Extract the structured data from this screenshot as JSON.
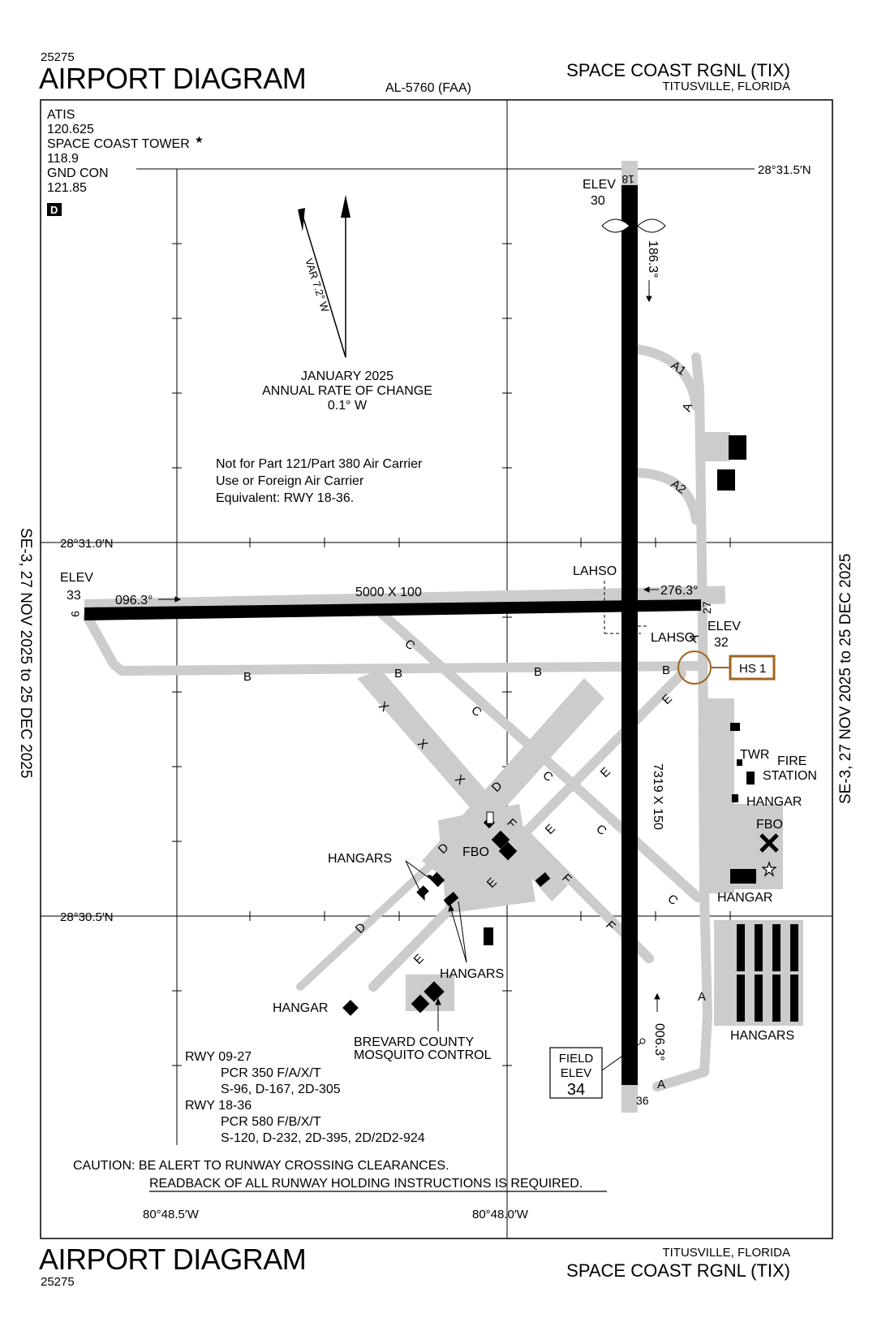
{
  "header": {
    "volume_code_top": "25275",
    "title_top": "AIRPORT DIAGRAM",
    "al_number": "AL-5760 (FAA)",
    "airport_name_top": "SPACE COAST RGNL (TIX)",
    "city_top": "TITUSVILLE, FLORIDA"
  },
  "footer": {
    "title_bottom": "AIRPORT DIAGRAM",
    "volume_code_bottom": "25275",
    "city_bottom": "TITUSVILLE, FLORIDA",
    "airport_name_bottom": "SPACE COAST RGNL (TIX)"
  },
  "side_notes": {
    "left": "SE-3,  27 NOV 2025  to  25 DEC 2025",
    "right": "SE-3,  27 NOV 2025  to  25 DEC 2025"
  },
  "frequencies": {
    "atis_label": "ATIS",
    "atis_freq": "120.625",
    "tower_label": "SPACE COAST TOWER",
    "tower_star": "★",
    "tower_freq": "118.9",
    "gnd_label": "GND CON",
    "gnd_freq": "121.85",
    "d_badge": "D"
  },
  "magnetic": {
    "variation": "VAR 7.2° W",
    "date": "JANUARY 2025",
    "rate_label": "ANNUAL RATE OF CHANGE",
    "rate_value": "0.1° W"
  },
  "notes": {
    "restriction_1": "Not for Part 121/Part 380 Air Carrier",
    "restriction_2": "Use or Foreign Air Carrier",
    "restriction_3": "Equivalent: RWY 18-36.",
    "caution_1": "CAUTION: BE ALERT TO RUNWAY CROSSING CLEARANCES.",
    "caution_2": "READBACK OF ALL RUNWAY HOLDING INSTRUCTIONS IS REQUIRED."
  },
  "coords": {
    "lat_top": "28°31.5′N",
    "lat_mid": "28°31.0′N",
    "lat_bottom": "28°30.5′N",
    "lon_left": "80°48.5′W",
    "lon_right": "80°48.0′W"
  },
  "runways": {
    "rwy9_number": "9",
    "rwy27_number": "27",
    "rwy18_number": "18",
    "rwy36_number": "36",
    "rwy9_27_dims": "5000 X 100",
    "rwy18_36_dims": "7319 X 150",
    "hdg_096": "096.3°",
    "hdg_276": "276.3°",
    "hdg_186": "186.3°",
    "hdg_006": "006.3°",
    "elev_label": "ELEV",
    "elev_9": "33",
    "elev_27": "32",
    "elev_18": "30",
    "lahso_1": "LAHSO",
    "lahso_2": "LAHSO",
    "hotspot": "HS 1"
  },
  "field_elev": {
    "line1": "FIELD",
    "line2": "ELEV",
    "value": "34"
  },
  "taxiways": {
    "a": "A",
    "a1": "A1",
    "a2": "A2",
    "b": "B",
    "c": "C",
    "d": "D",
    "e": "E",
    "f": "F",
    "x": "X"
  },
  "buildings": {
    "hangar": "HANGAR",
    "hangars": "HANGARS",
    "fbo": "FBO",
    "twr": "TWR",
    "fire_1": "FIRE",
    "fire_2": "STATION",
    "mosquito_1": "BREVARD COUNTY",
    "mosquito_2": "MOSQUITO CONTROL"
  },
  "pcr": {
    "rwy_0927": "RWY 09-27",
    "pcr_0927": "PCR 350 F/A/X/T",
    "loads_0927": "S-96, D-167, 2D-305",
    "rwy_1836": "RWY 18-36",
    "pcr_1836": "PCR 580 F/B/X/T",
    "loads_1836": "S-120, D-232, 2D-395, 2D/2D2-924"
  },
  "colors": {
    "runway": "#000000",
    "taxiway": "#cccccc",
    "hotspot": "#a0641e"
  }
}
